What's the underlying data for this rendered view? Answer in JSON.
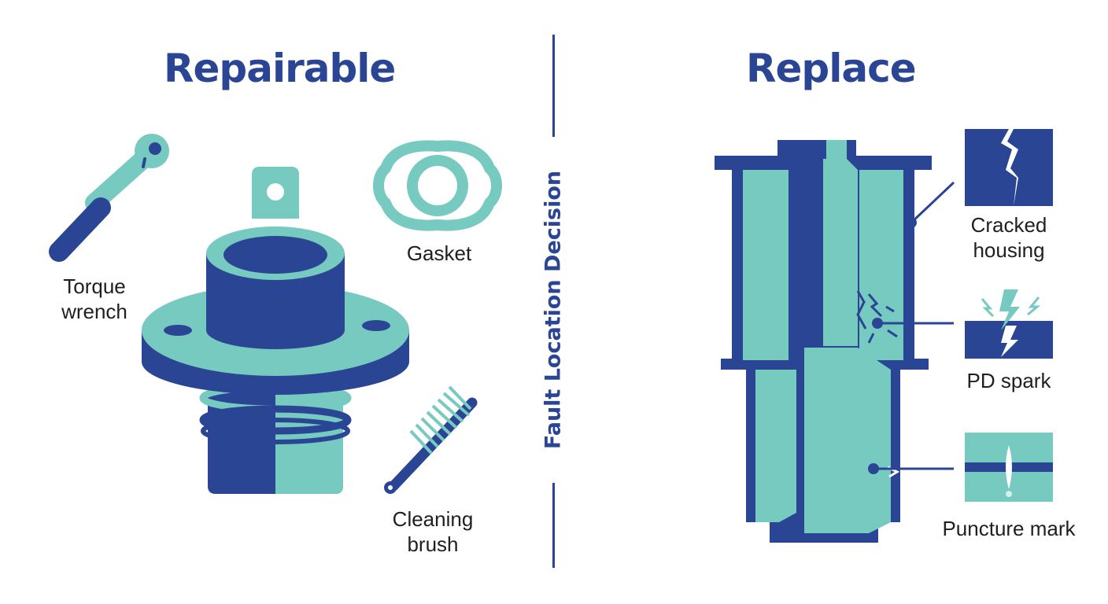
{
  "left": {
    "heading": "Repairable",
    "labels": {
      "torque_wrench": [
        "Torque",
        "wrench"
      ],
      "gasket": "Gasket",
      "cleaning_brush": [
        "Cleaning",
        "brush"
      ]
    }
  },
  "right": {
    "heading": "Replace",
    "labels": {
      "cracked_housing": [
        "Cracked",
        "housing"
      ],
      "pd_spark": "PD spark",
      "puncture_mark": "Puncture mark"
    }
  },
  "divider_label": "Fault Location Decision",
  "colors": {
    "navy": "#2b4595",
    "teal": "#76cabf",
    "text": "#1f1f1f"
  }
}
